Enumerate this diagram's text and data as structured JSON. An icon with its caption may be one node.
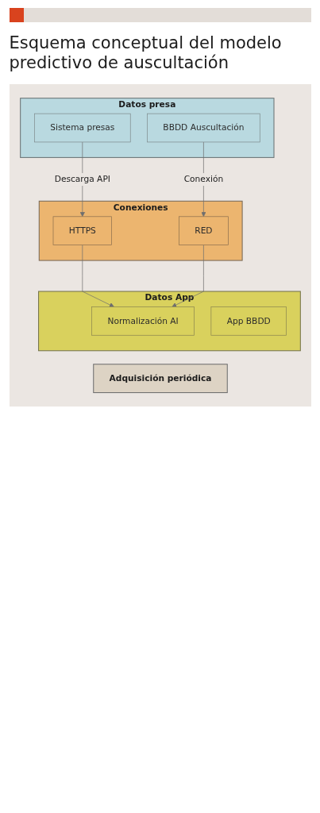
{
  "diagram": {
    "title": "Esquema conceptual del modelo predictivo de auscultación",
    "nodes": [
      {
        "text": [
          "Datos presa"
        ]
      },
      {
        "text": [
          "Sistema presas"
        ],
        "in": 0
      },
      {
        "text": [
          "BBDD Auscultación"
        ],
        "in": 0
      },
      {
        "text": [
          "Conexiones"
        ]
      },
      {
        "text": [
          "HTTPS"
        ],
        "in": 3
      },
      {
        "text": [
          "RED"
        ],
        "in": 3
      },
      {
        "text": [
          "Datos App"
        ]
      },
      {
        "text": [
          "Normalización AI"
        ],
        "in": 6
      },
      {
        "text": [
          "App BBDD"
        ],
        "in": 6
      },
      {
        "text": [
          "Adquisición periódica"
        ]
      }
    ],
    "edges": [
      {
        "from": 1,
        "to": 4,
        "label": "Descarga API",
        "arrow": "to"
      },
      {
        "from": 2,
        "to": 5,
        "label": "Conexión",
        "arrow": "to"
      },
      {
        "from": 4,
        "to": 7,
        "arrow": "to"
      },
      {
        "from": 5,
        "to": 7,
        "arrow": "to"
      }
    ]
  }
}
